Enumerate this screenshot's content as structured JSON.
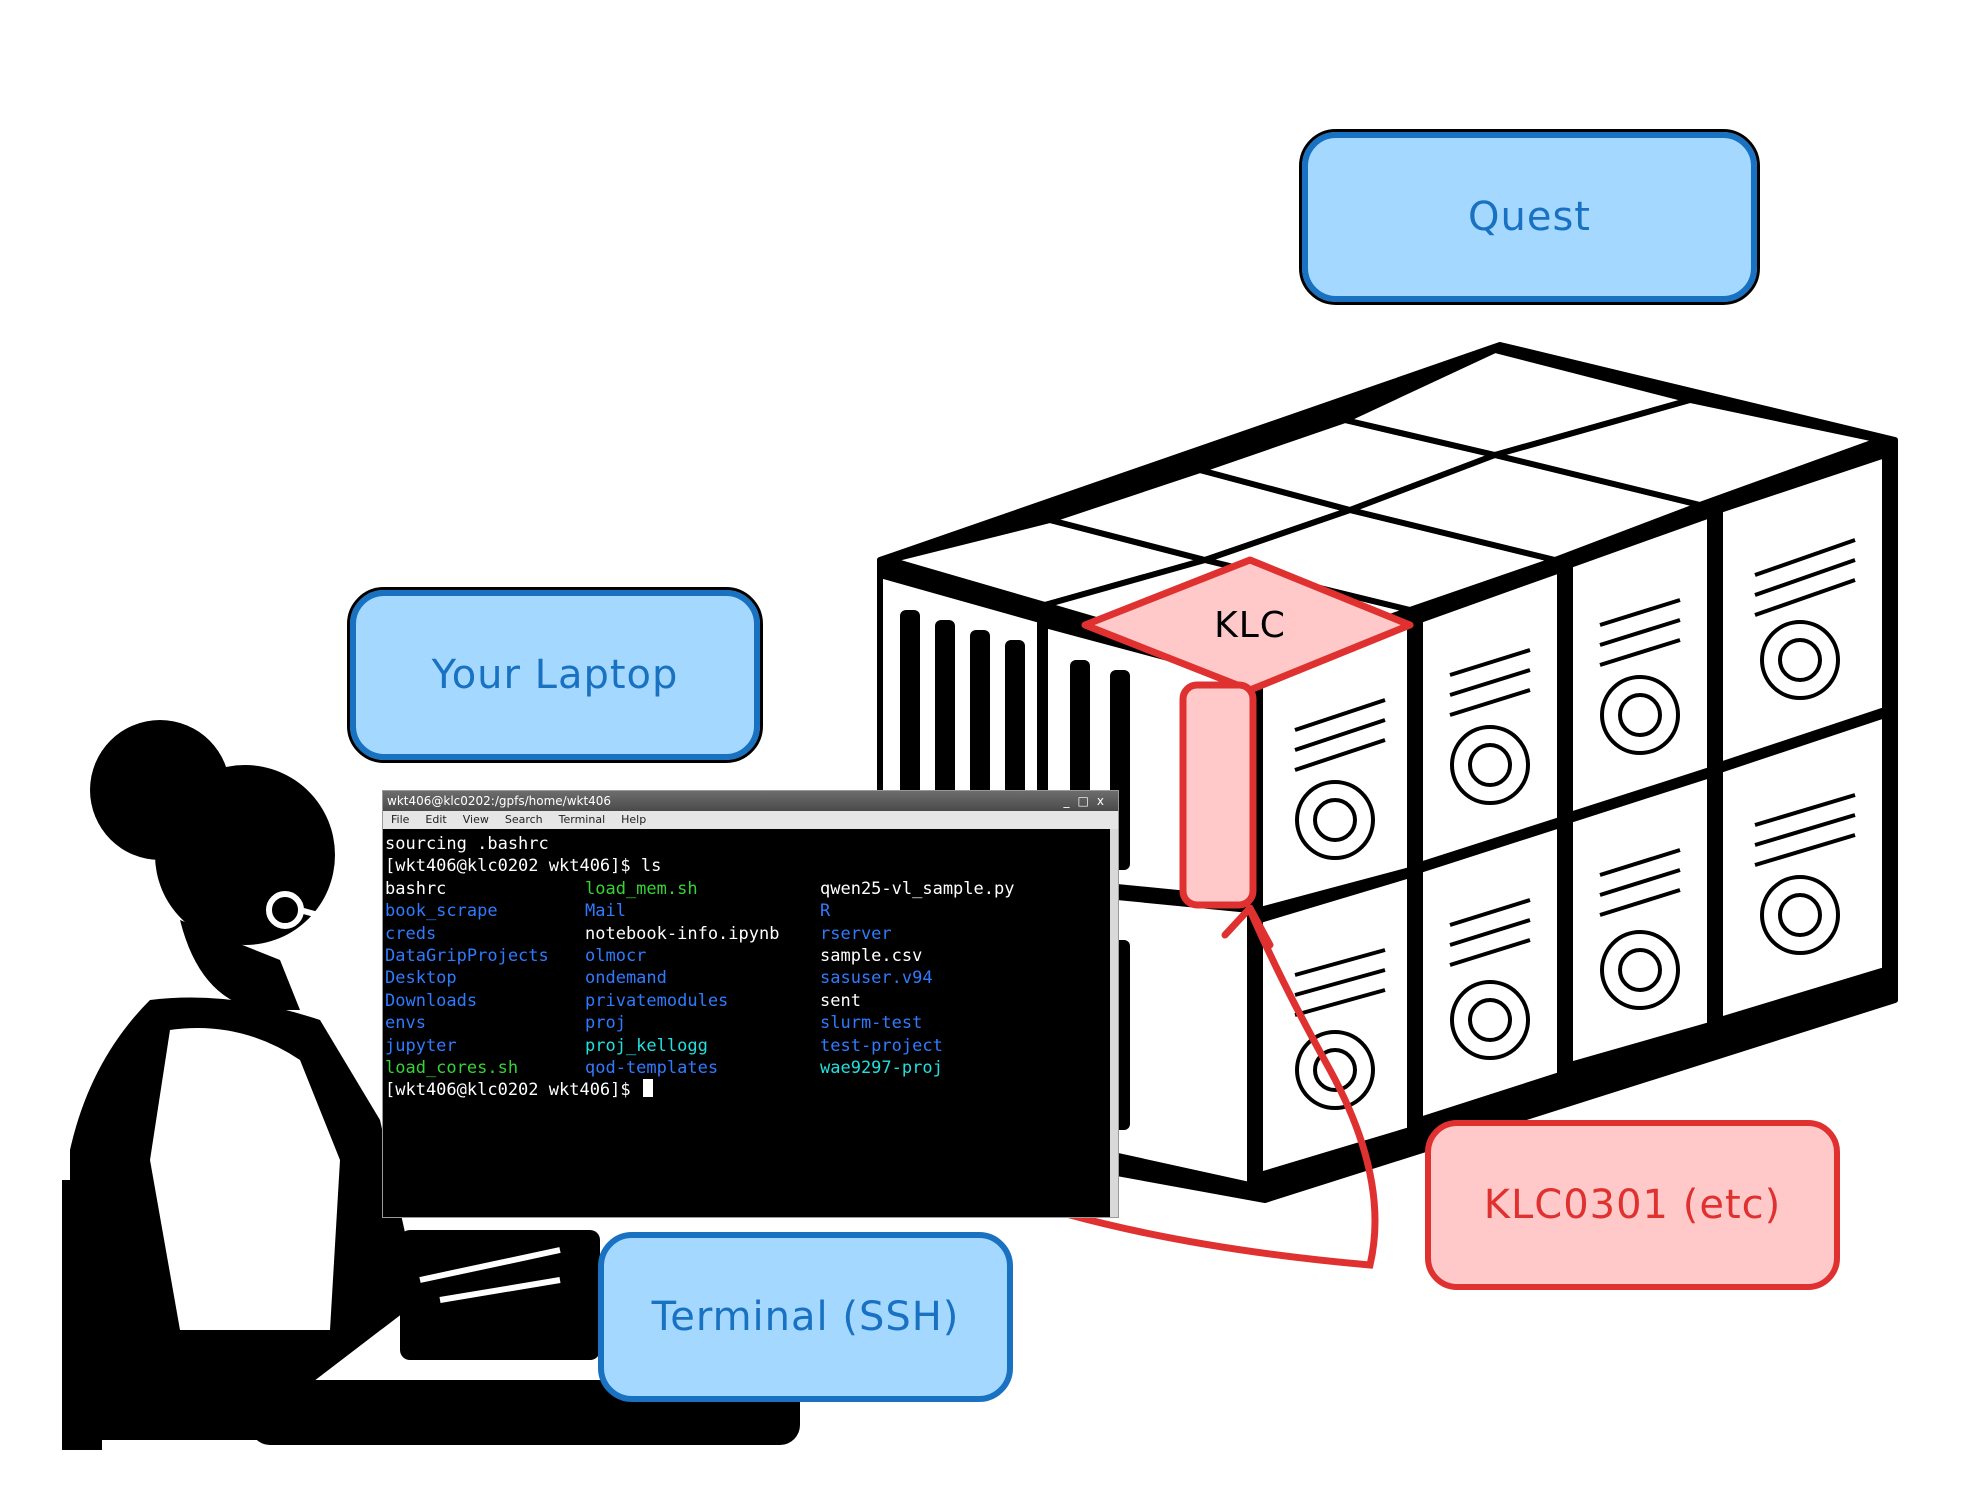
{
  "labels": {
    "quest": "Quest",
    "your_laptop": "Your Laptop",
    "terminal_ssh": "Terminal (SSH)",
    "klc": "KLC",
    "klc0301": "KLC0301 (etc)"
  },
  "colors": {
    "blue_fill": "#a5d8ff",
    "blue_stroke": "#1971c2",
    "red_fill": "#ffc9c9",
    "red_stroke": "#e03131"
  },
  "terminal": {
    "title": "wkt406@klc0202:/gpfs/home/wkt406",
    "menu": [
      "File",
      "Edit",
      "View",
      "Search",
      "Terminal",
      "Help"
    ],
    "lines": [
      "sourcing .bashrc",
      "[wkt406@klc0202 wkt406]$ ls"
    ],
    "listing": [
      [
        {
          "t": "bashrc",
          "c": "white"
        },
        {
          "t": "load_mem.sh",
          "c": "green"
        },
        {
          "t": "qwen25-vl_sample.py",
          "c": "white"
        }
      ],
      [
        {
          "t": "book_scrape",
          "c": "blue"
        },
        {
          "t": "Mail",
          "c": "blue"
        },
        {
          "t": "R",
          "c": "blue"
        }
      ],
      [
        {
          "t": "creds",
          "c": "blue"
        },
        {
          "t": "notebook-info.ipynb",
          "c": "white"
        },
        {
          "t": "rserver",
          "c": "blue"
        }
      ],
      [
        {
          "t": "DataGripProjects",
          "c": "blue"
        },
        {
          "t": "olmocr",
          "c": "blue"
        },
        {
          "t": "sample.csv",
          "c": "white"
        }
      ],
      [
        {
          "t": "Desktop",
          "c": "blue"
        },
        {
          "t": "ondemand",
          "c": "blue"
        },
        {
          "t": "sasuser.v94",
          "c": "blue"
        }
      ],
      [
        {
          "t": "Downloads",
          "c": "blue"
        },
        {
          "t": "privatemodules",
          "c": "blue"
        },
        {
          "t": "sent",
          "c": "white"
        }
      ],
      [
        {
          "t": "envs",
          "c": "blue"
        },
        {
          "t": "proj",
          "c": "blue"
        },
        {
          "t": "slurm-test",
          "c": "blue"
        }
      ],
      [
        {
          "t": "jupyter",
          "c": "blue"
        },
        {
          "t": "proj_kellogg",
          "c": "cyan"
        },
        {
          "t": "test-project",
          "c": "blue"
        }
      ],
      [
        {
          "t": "load_cores.sh",
          "c": "green"
        },
        {
          "t": "qod-templates",
          "c": "blue"
        },
        {
          "t": "wae9297-proj",
          "c": "cyan"
        }
      ]
    ],
    "prompt": "[wkt406@klc0202 wkt406]$ "
  }
}
